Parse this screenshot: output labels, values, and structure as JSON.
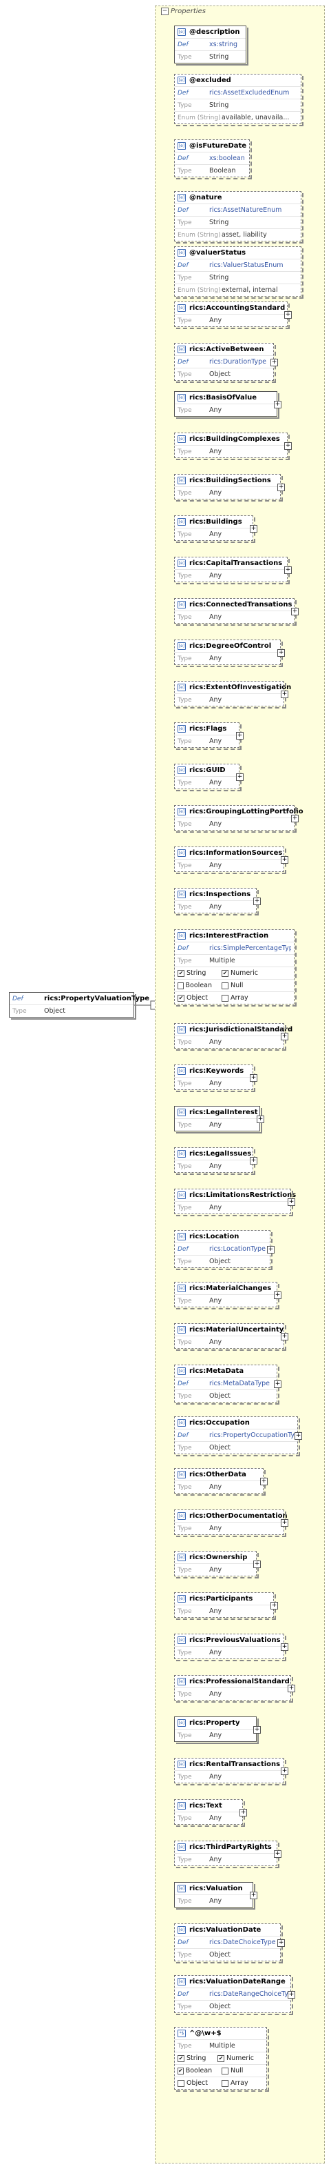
{
  "header": {
    "label": "Properties",
    "toggle": "−"
  },
  "root": {
    "title": "rics:PropertyValuationType",
    "def_key": "Def",
    "type_key": "Type",
    "type_value": "Object"
  },
  "labels": {
    "def": "Def",
    "type": "Type",
    "enum": "Enum (String)",
    "plus": "+"
  },
  "properties": [
    {
      "title": "@description",
      "kind": "req",
      "def": "xs:string",
      "type": "String"
    },
    {
      "title": "@excluded",
      "kind": "opt",
      "def": "rics:AssetExcludedEnum",
      "type": "String",
      "enum": "available, unavaila..."
    },
    {
      "title": "@isFutureDate",
      "kind": "opt",
      "def": "xs:boolean",
      "type": "Boolean"
    },
    {
      "title": "@nature",
      "kind": "opt",
      "def": "rics:AssetNatureEnum",
      "type": "String",
      "enum": "asset, liability"
    },
    {
      "title": "@valuerStatus",
      "kind": "opt",
      "def": "rics:ValuerStatusEnum",
      "type": "String",
      "enum": "external, internal"
    },
    {
      "title": "rics:AccountingStandard",
      "kind": "opt",
      "type": "Any",
      "plus": true
    },
    {
      "title": "rics:ActiveBetween",
      "kind": "opt",
      "def": "rics:DurationType",
      "type": "Object",
      "plus": true
    },
    {
      "title": "rics:BasisOfValue",
      "kind": "req",
      "type": "Any",
      "plus": true
    },
    {
      "title": "rics:BuildingComplexes",
      "kind": "opt",
      "type": "Any",
      "plus": true
    },
    {
      "title": "rics:BuildingSections",
      "kind": "opt",
      "type": "Any",
      "plus": true
    },
    {
      "title": "rics:Buildings",
      "kind": "opt",
      "type": "Any",
      "plus": true
    },
    {
      "title": "rics:CapitalTransactions",
      "kind": "opt",
      "type": "Any",
      "plus": true
    },
    {
      "title": "rics:ConnectedTransations",
      "kind": "opt",
      "type": "Any",
      "plus": true
    },
    {
      "title": "rics:DegreeOfControl",
      "kind": "opt",
      "type": "Any",
      "plus": true
    },
    {
      "title": "rics:ExtentOfInvestigation",
      "kind": "opt",
      "type": "Any",
      "plus": true
    },
    {
      "title": "rics:Flags",
      "kind": "opt",
      "type": "Any",
      "plus": true
    },
    {
      "title": "rics:GUID",
      "kind": "opt",
      "type": "Any",
      "plus": true
    },
    {
      "title": "rics:GroupingLottingPortfolio",
      "kind": "opt",
      "type": "Any",
      "plus": true
    },
    {
      "title": "rics:InformationSources",
      "kind": "opt",
      "type": "Any",
      "plus": true
    },
    {
      "title": "rics:Inspections",
      "kind": "opt",
      "type": "Any",
      "plus": true
    },
    {
      "title": "rics:InterestFraction",
      "kind": "opt",
      "def": "rics:SimplePercentageType",
      "type": "Multiple",
      "checks": [
        [
          {
            "label": "String",
            "on": true
          },
          {
            "label": "Numeric",
            "on": true
          }
        ],
        [
          {
            "label": "Boolean",
            "on": false
          },
          {
            "label": "Null",
            "on": false
          }
        ],
        [
          {
            "label": "Object",
            "on": true
          },
          {
            "label": "Array",
            "on": false
          }
        ]
      ]
    },
    {
      "title": "rics:JurisdictionalStandard",
      "kind": "opt",
      "type": "Any",
      "plus": true
    },
    {
      "title": "rics:Keywords",
      "kind": "opt",
      "type": "Any",
      "plus": true
    },
    {
      "title": "rics:LegalInterest",
      "kind": "req",
      "type": "Any",
      "plus": true
    },
    {
      "title": "rics:LegalIssues",
      "kind": "opt",
      "type": "Any",
      "plus": true
    },
    {
      "title": "rics:LimitationsRestrictions",
      "kind": "opt",
      "type": "Any",
      "plus": true
    },
    {
      "title": "rics:Location",
      "kind": "opt",
      "def": "rics:LocationType",
      "type": "Object",
      "plus": true
    },
    {
      "title": "rics:MaterialChanges",
      "kind": "opt",
      "type": "Any",
      "plus": true
    },
    {
      "title": "rics:MaterialUncertainty",
      "kind": "opt",
      "type": "Any",
      "plus": true
    },
    {
      "title": "rics:MetaData",
      "kind": "opt",
      "def": "rics:MetaDataType",
      "type": "Object",
      "plus": true
    },
    {
      "title": "rics:Occupation",
      "kind": "opt",
      "def": "rics:PropertyOccupationType",
      "type": "Object",
      "plus": true
    },
    {
      "title": "rics:OtherData",
      "kind": "opt",
      "type": "Any",
      "plus": true
    },
    {
      "title": "rics:OtherDocumentation",
      "kind": "opt",
      "type": "Any",
      "plus": true
    },
    {
      "title": "rics:Ownership",
      "kind": "opt",
      "type": "Any",
      "plus": true
    },
    {
      "title": "rics:Participants",
      "kind": "opt",
      "type": "Any",
      "plus": true
    },
    {
      "title": "rics:PreviousValuations",
      "kind": "opt",
      "type": "Any",
      "plus": true
    },
    {
      "title": "rics:ProfessionalStandard",
      "kind": "opt",
      "type": "Any",
      "plus": true
    },
    {
      "title": "rics:Property",
      "kind": "req",
      "type": "Any",
      "plus": true
    },
    {
      "title": "rics:RentalTransactions",
      "kind": "opt",
      "type": "Any",
      "plus": true
    },
    {
      "title": "rics:Text",
      "kind": "opt",
      "type": "Any",
      "plus": true
    },
    {
      "title": "rics:ThirdPartyRights",
      "kind": "opt",
      "type": "Any",
      "plus": true
    },
    {
      "title": "rics:Valuation",
      "kind": "req",
      "type": "Any",
      "plus": true
    },
    {
      "title": "rics:ValuationDate",
      "kind": "opt",
      "def": "rics:DateChoiceType",
      "type": "Object",
      "plus": true
    },
    {
      "title": "rics:ValuationDateRange",
      "kind": "opt",
      "def": "rics:DateRangeChoiceType",
      "type": "Object",
      "plus": true
    },
    {
      "title": "^@\\w+$",
      "kind": "opt",
      "badge": "[*$]",
      "type": "Multiple",
      "checks": [
        [
          {
            "label": "String",
            "on": true
          },
          {
            "label": "Numeric",
            "on": true
          }
        ],
        [
          {
            "label": "Boolean",
            "on": true
          },
          {
            "label": "Null",
            "on": false
          }
        ],
        [
          {
            "label": "Object",
            "on": false
          },
          {
            "label": "Array",
            "on": false
          }
        ]
      ]
    }
  ],
  "colors": {
    "panel": "#fefedd",
    "link": "#3455a6",
    "badge": "#3b69b3"
  }
}
